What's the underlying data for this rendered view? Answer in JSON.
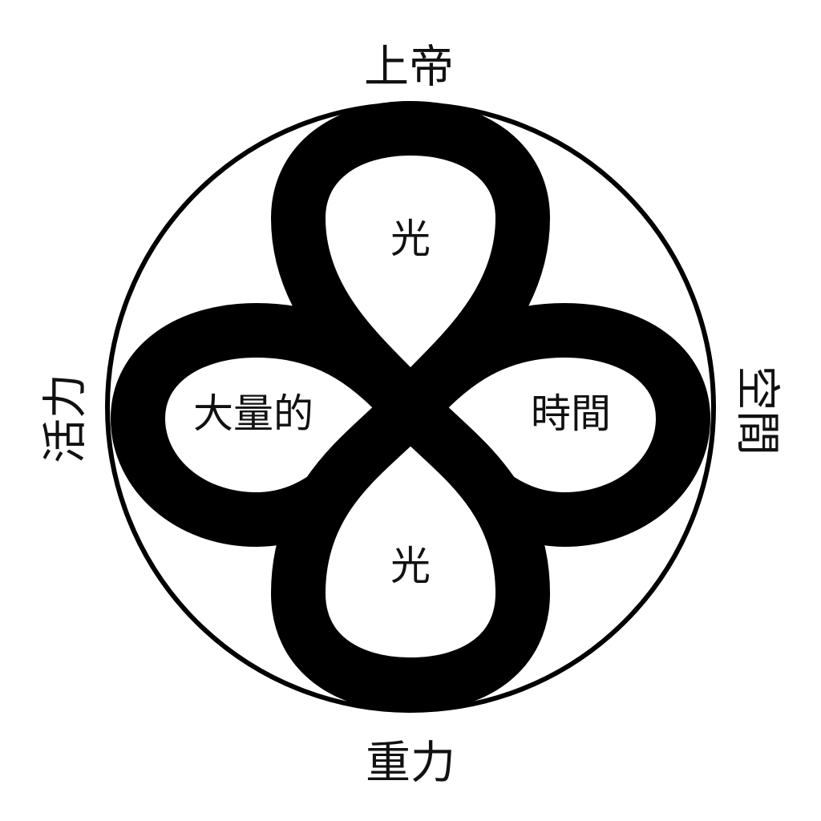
{
  "labels": {
    "top": "上帝",
    "bottom": "重力",
    "left": "活力",
    "right": "空間",
    "petal_top": "光",
    "petal_bottom": "光",
    "petal_left": "大量的",
    "petal_right": "時間"
  },
  "colors": {
    "ink": "#000000",
    "background": "#ffffff"
  }
}
